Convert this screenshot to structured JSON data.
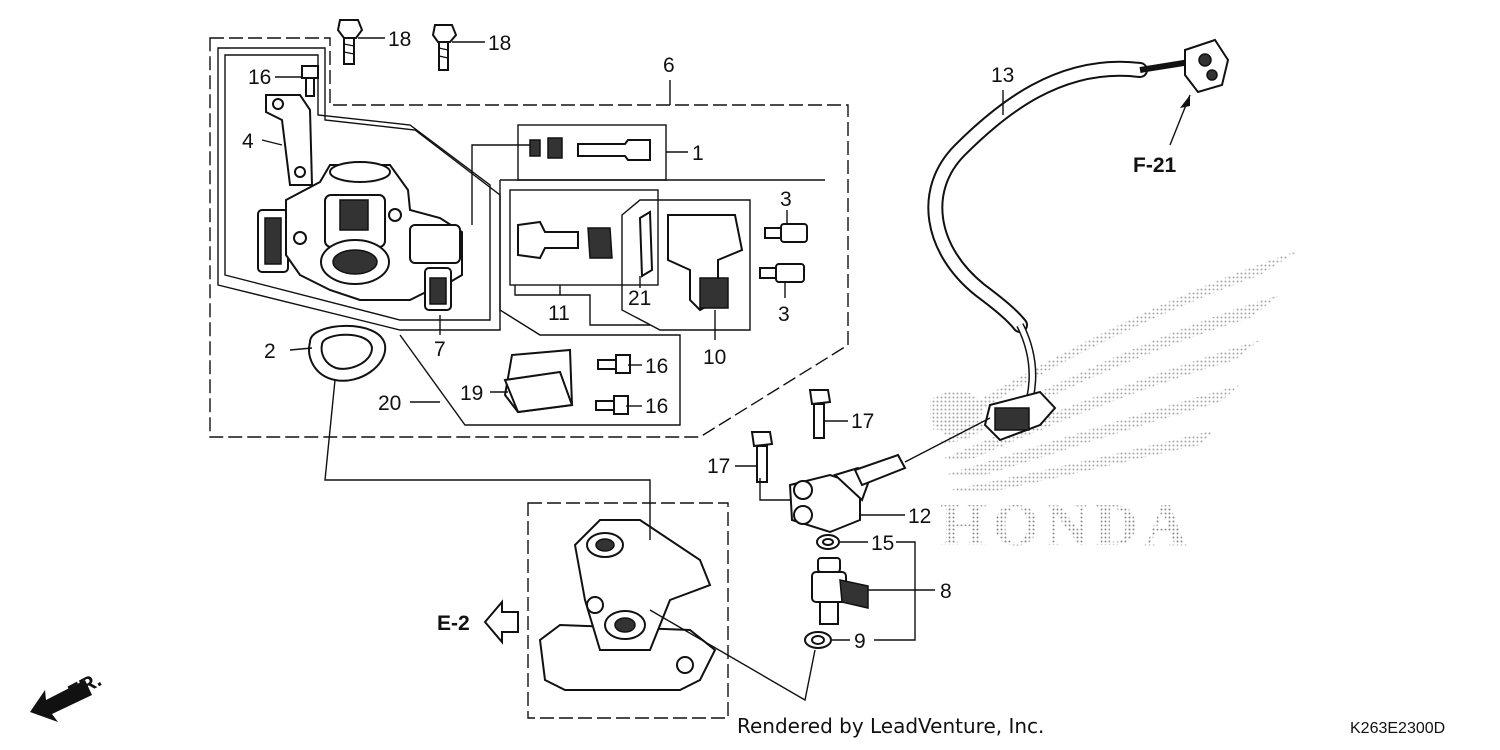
{
  "diagram": {
    "callouts": {
      "c1": "1",
      "c2": "2",
      "c3a": "3",
      "c3b": "3",
      "c4": "4",
      "c6": "6",
      "c7": "7",
      "c8": "8",
      "c9": "9",
      "c10": "10",
      "c11": "11",
      "c12": "12",
      "c13": "13",
      "c15": "15",
      "c16a": "16",
      "c16b": "16",
      "c16c": "16",
      "c17a": "17",
      "c17b": "17",
      "c18a": "18",
      "c18b": "18",
      "c19": "19",
      "c20": "20",
      "c21": "21"
    },
    "refs": {
      "e2": "E-2",
      "f21": "F-21",
      "fr": "FR."
    },
    "watermark": "HONDA",
    "credit": "Rendered by LeadVenture, Inc.",
    "diagram_code": "K263E2300D"
  }
}
